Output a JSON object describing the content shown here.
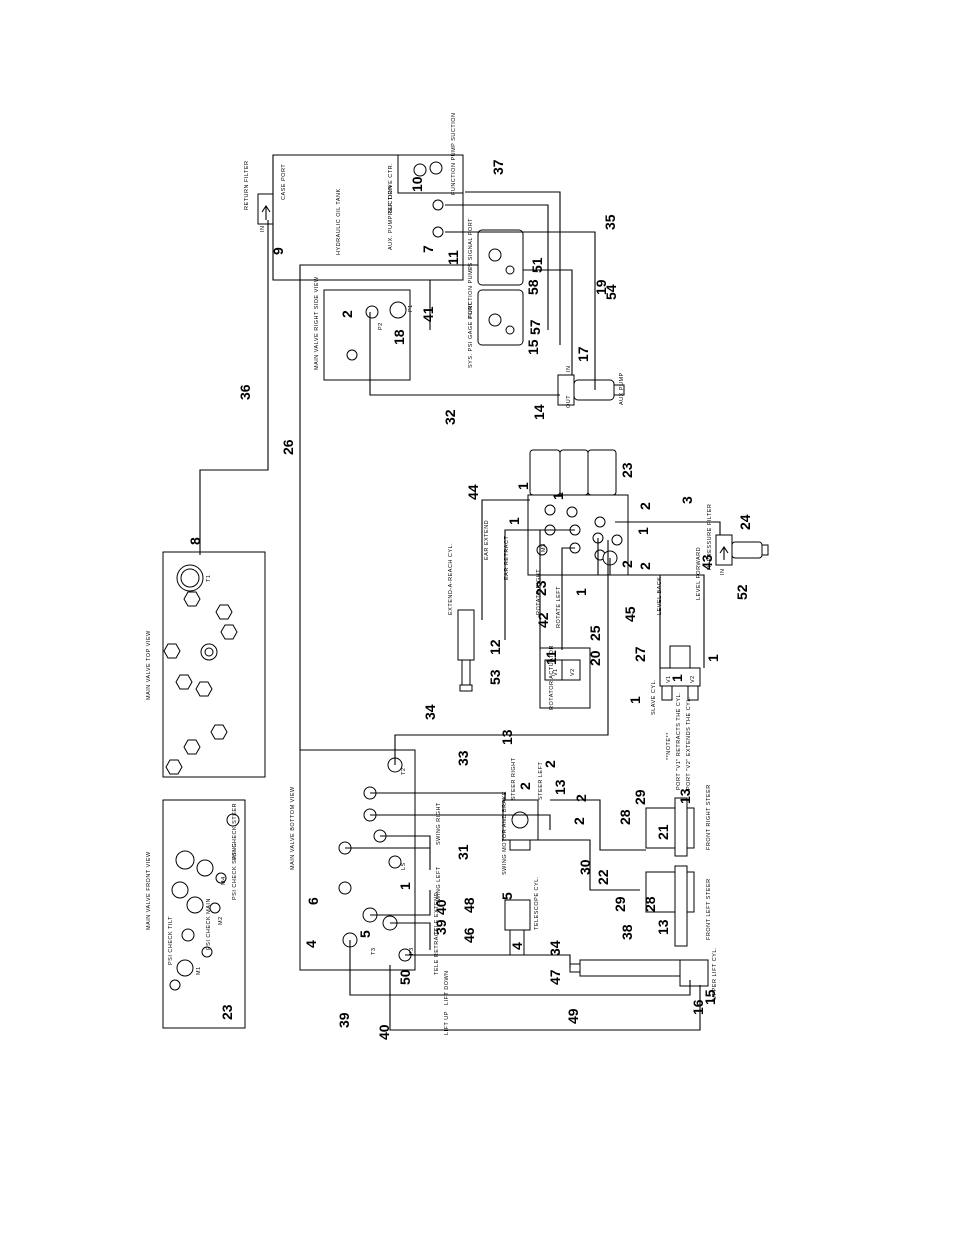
{
  "callouts": [
    "36",
    "26",
    "8",
    "44",
    "1",
    "1",
    "1",
    "1",
    "23",
    "2",
    "3",
    "24",
    "43",
    "52",
    "1",
    "2",
    "23",
    "2",
    "1",
    "45",
    "42",
    "25",
    "11",
    "20",
    "27",
    "1",
    "1",
    "12",
    "53",
    "34",
    "33",
    "13",
    "2",
    "13",
    "2",
    "2",
    "29",
    "13",
    "28",
    "30",
    "22",
    "21",
    "29",
    "28",
    "13",
    "2",
    "31",
    "1",
    "6",
    "40",
    "39",
    "48",
    "5",
    "46",
    "4",
    "4",
    "5",
    "34",
    "38",
    "50",
    "47",
    "15",
    "16",
    "49",
    "39",
    "40",
    "23",
    "9",
    "7",
    "10",
    "37",
    "35",
    "19",
    "54",
    "17",
    "14",
    "32",
    "18",
    "41",
    "2",
    "11",
    "51",
    "58",
    "57",
    "15"
  ],
  "labels": {
    "return_filter": "RETURN FILTER",
    "in": "IN",
    "case_port": "CASE PORT",
    "hydraulic_oil_tank": "HYDRAULIC OIL TANK",
    "function_pump_suction": "FUNCTION PUMP SUCTION",
    "ref_drive_ctr": "REF. DRIVE CTR.",
    "aux_pump_suction": "AUX. PUMP SUCTION",
    "ls_signal_port": "LS SIGNAL PORT",
    "function_pump": "FUNCTION PUMP",
    "sys_psi_gage_port": "SYS. PSI GAGE PORT",
    "main_valve_right_side_view": "MAIN VALVE RIGHT SIDE VIEW",
    "p2": "P2",
    "p1": "P1",
    "out": "OUT",
    "aux_pump": "AUX PUMP",
    "main_valve_top_view": "MAIN VALVE TOP VIEW",
    "t1": "T1",
    "ear_extend": "EAR EXTEND",
    "ear_retract": "EAR RETRACT",
    "rotate_right": "ROTATE RIGHT",
    "rotate_left": "ROTATE LEFT",
    "extend_a_reach_cyl": "EXTEND-A-REACH CYL.",
    "rotator_actuator": "ROTATOR ACTUATOR",
    "v1": "V1",
    "v2": "V2",
    "level_back": "LEVEL BACK",
    "level_forward": "LEVEL FORWARD",
    "hi_pressure_filter": "HI PRESSURE FILTER",
    "slave_cyl": "SLAVE CYL.",
    "note_title": "**NOTE**",
    "note_v1": "PORT \"V1\" RETRACTS THE CYL.",
    "note_v2": "PORT \"V2\" EXTENDS THE CYL.",
    "main_valve_bottom_view": "MAIN VALVE BOTTOM VIEW",
    "steer_right": "STEER RIGHT",
    "steer_left": "STEER LEFT",
    "swing_right": "SWING RIGHT",
    "swing_left": "SWING LEFT",
    "swing_motor_and_brake": "SWING MOTOR AND BRAKE",
    "front_right_steer": "FRONT RIGHT STEER",
    "front_left_steer": "FRONT LEFT STEER",
    "tele_extend": "TELE EXTEND",
    "tele_retract": "TELE RETRACT",
    "telescope_cyl": "TELESCOPE CYL.",
    "lift_down": "LIFT DOWN",
    "lift_up": "LIFT UP",
    "upper_lift_cyl": "UPPER LIFT CYL.",
    "main_valve_front_view": "MAIN VALVE FRONT VIEW",
    "psi_check_tilt": "PSI CHECK TILT",
    "psi_check_main": "PSI CHECK MAIN",
    "psi_check_swing": "PSI CHECK SWING",
    "psi_check_steer": "PSI CHECK STEER",
    "m1": "M1",
    "m2": "M2",
    "m3": "M3",
    "m4": "M4",
    "ls": "LS",
    "t2": "T2",
    "t3": "T3",
    "p3": "P3"
  }
}
